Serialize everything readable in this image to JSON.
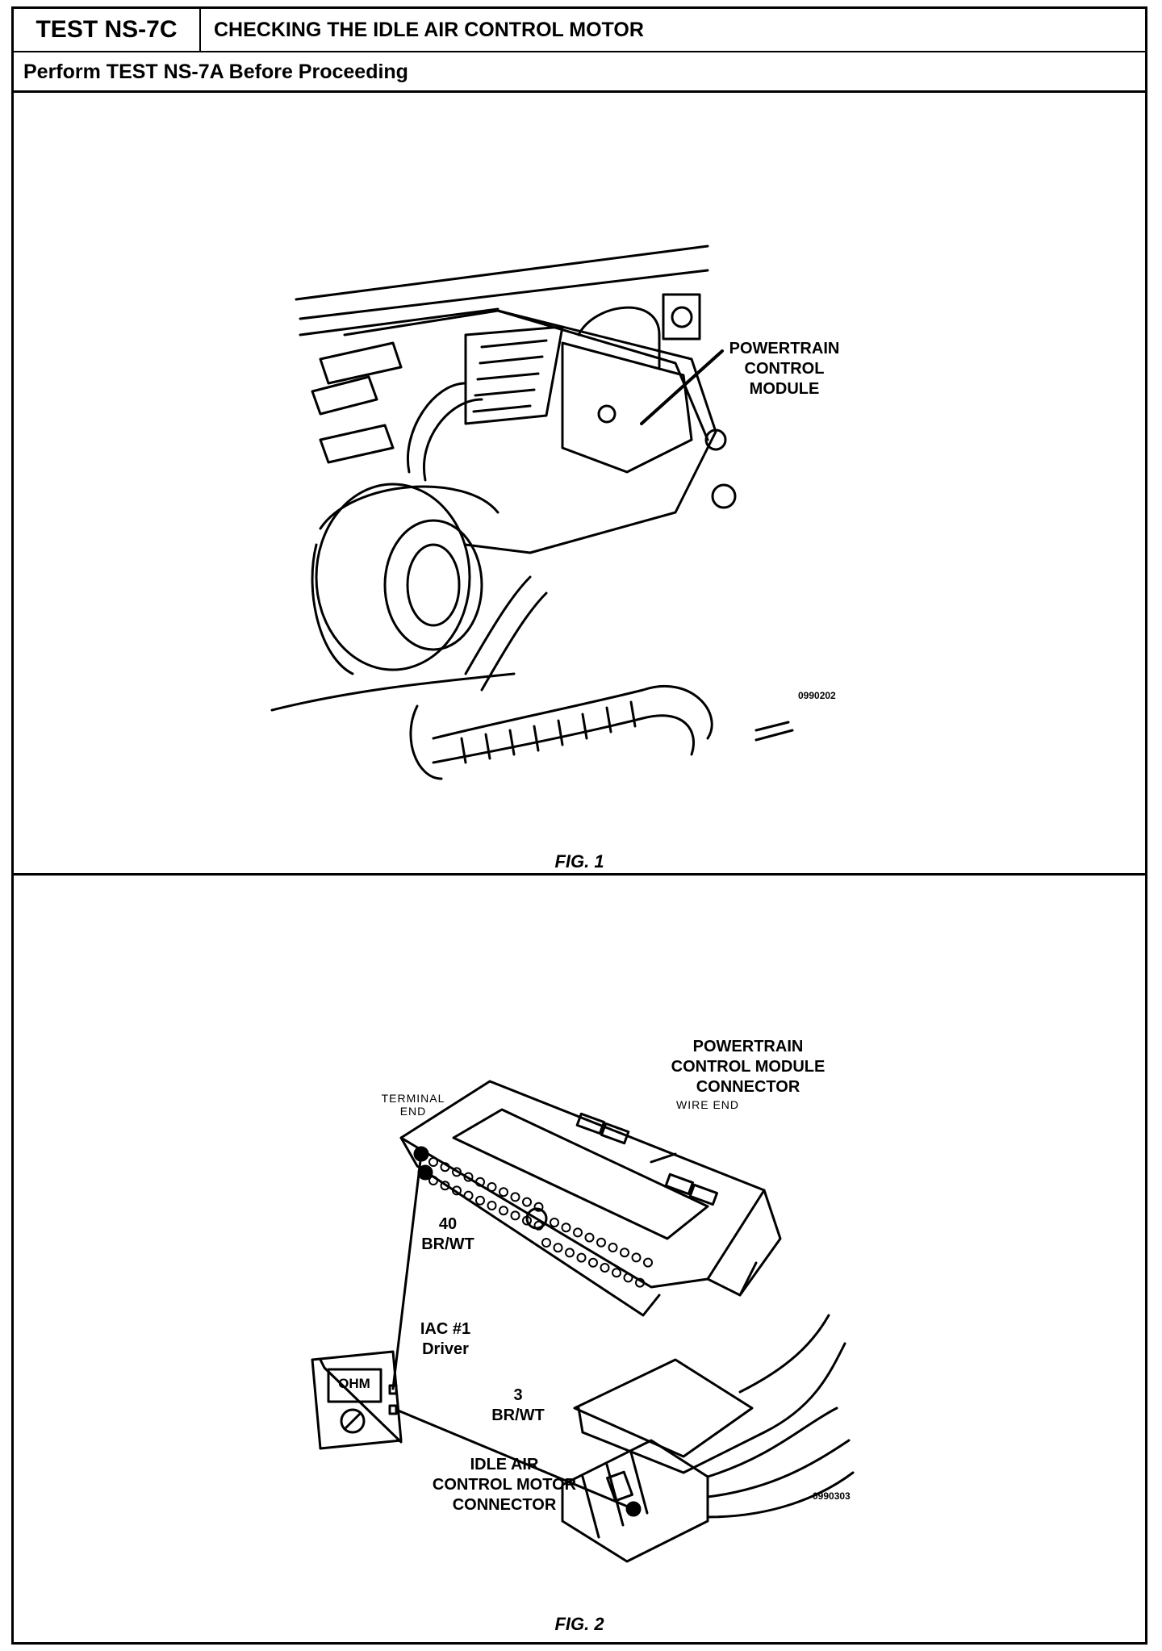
{
  "header": {
    "test_id": "TEST NS-7C",
    "title": "CHECKING THE IDLE AIR CONTROL MOTOR"
  },
  "subheader": "Perform TEST NS-7A Before Proceeding",
  "fig1": {
    "caption": "FIG. 1",
    "label_line1": "POWERTRAIN",
    "label_line2": "CONTROL",
    "label_line3": "MODULE",
    "image_code": "0990202"
  },
  "fig2": {
    "caption": "FIG. 2",
    "pcm_line1": "POWERTRAIN",
    "pcm_line2": "CONTROL MODULE",
    "pcm_line3": "CONNECTOR",
    "terminal_line1": "TERMINAL",
    "terminal_line2": "END",
    "wire_end": "WIRE END",
    "pin40_line1": "40",
    "pin40_line2": "BR/WT",
    "iac_line1": "IAC #1",
    "iac_line2": "Driver",
    "pin3_line1": "3",
    "pin3_line2": "BR/WT",
    "iac_conn_line1": "IDLE AIR",
    "iac_conn_line2": "CONTROL MOTOR",
    "iac_conn_line3": "CONNECTOR",
    "meter_display": "OHM",
    "image_code": "0990303"
  },
  "colors": {
    "ink": "#000000",
    "paper": "#ffffff"
  }
}
